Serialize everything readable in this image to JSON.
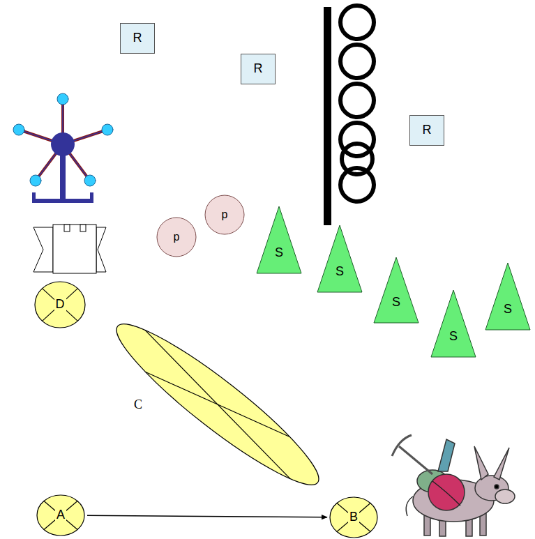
{
  "diagram": {
    "nodes": [
      {
        "text": [
          "R"
        ]
      },
      {
        "text": [
          "R"
        ]
      },
      {
        "text": [
          "R"
        ]
      },
      {
        "text": [
          "p"
        ]
      },
      {
        "text": [
          "p"
        ]
      },
      {
        "text": [
          "S"
        ]
      },
      {
        "text": [
          "S"
        ]
      },
      {
        "text": [
          "S"
        ]
      },
      {
        "text": [
          "S"
        ]
      },
      {
        "text": [
          "S"
        ]
      },
      {
        "text": [
          "D"
        ]
      },
      {
        "text": [
          "A"
        ]
      },
      {
        "text": [
          "B"
        ]
      }
    ],
    "edges": [
      {
        "from": 11,
        "to": 12,
        "arrow": "to"
      }
    ],
    "labels": [
      "C"
    ]
  }
}
